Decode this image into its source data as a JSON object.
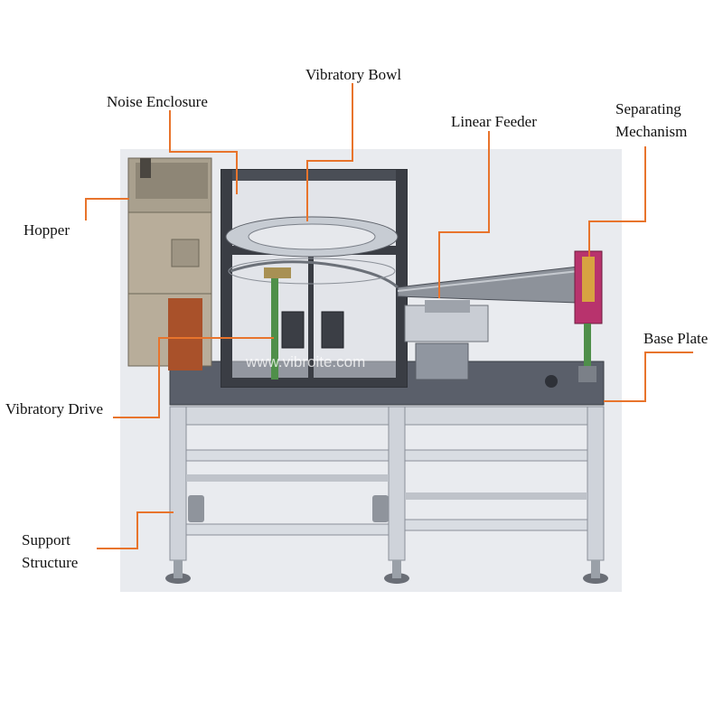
{
  "labels": {
    "vibratory_bowl": "Vibratory Bowl",
    "noise_enclosure": "Noise Enclosure",
    "linear_feeder": "Linear Feeder",
    "separating_line1": "Separating",
    "separating_line2": "Mechanism",
    "hopper": "Hopper",
    "base_plate": "Base Plate",
    "vibratory_drive": "Vibratory Drive",
    "support_line1": "Support",
    "support_line2": "Structure"
  },
  "watermark": "www.vibroite.com",
  "colors": {
    "leader": "#e8742c",
    "background": "#e9ebef",
    "hopper": "#b8ad9a",
    "hopper_bottom": "#a9512a",
    "frame": "#3a3d44",
    "base": "#5a5f6a",
    "support": "#c9cdd4",
    "separator": "#b8336d",
    "drive_shaft": "#4f8f4a"
  }
}
